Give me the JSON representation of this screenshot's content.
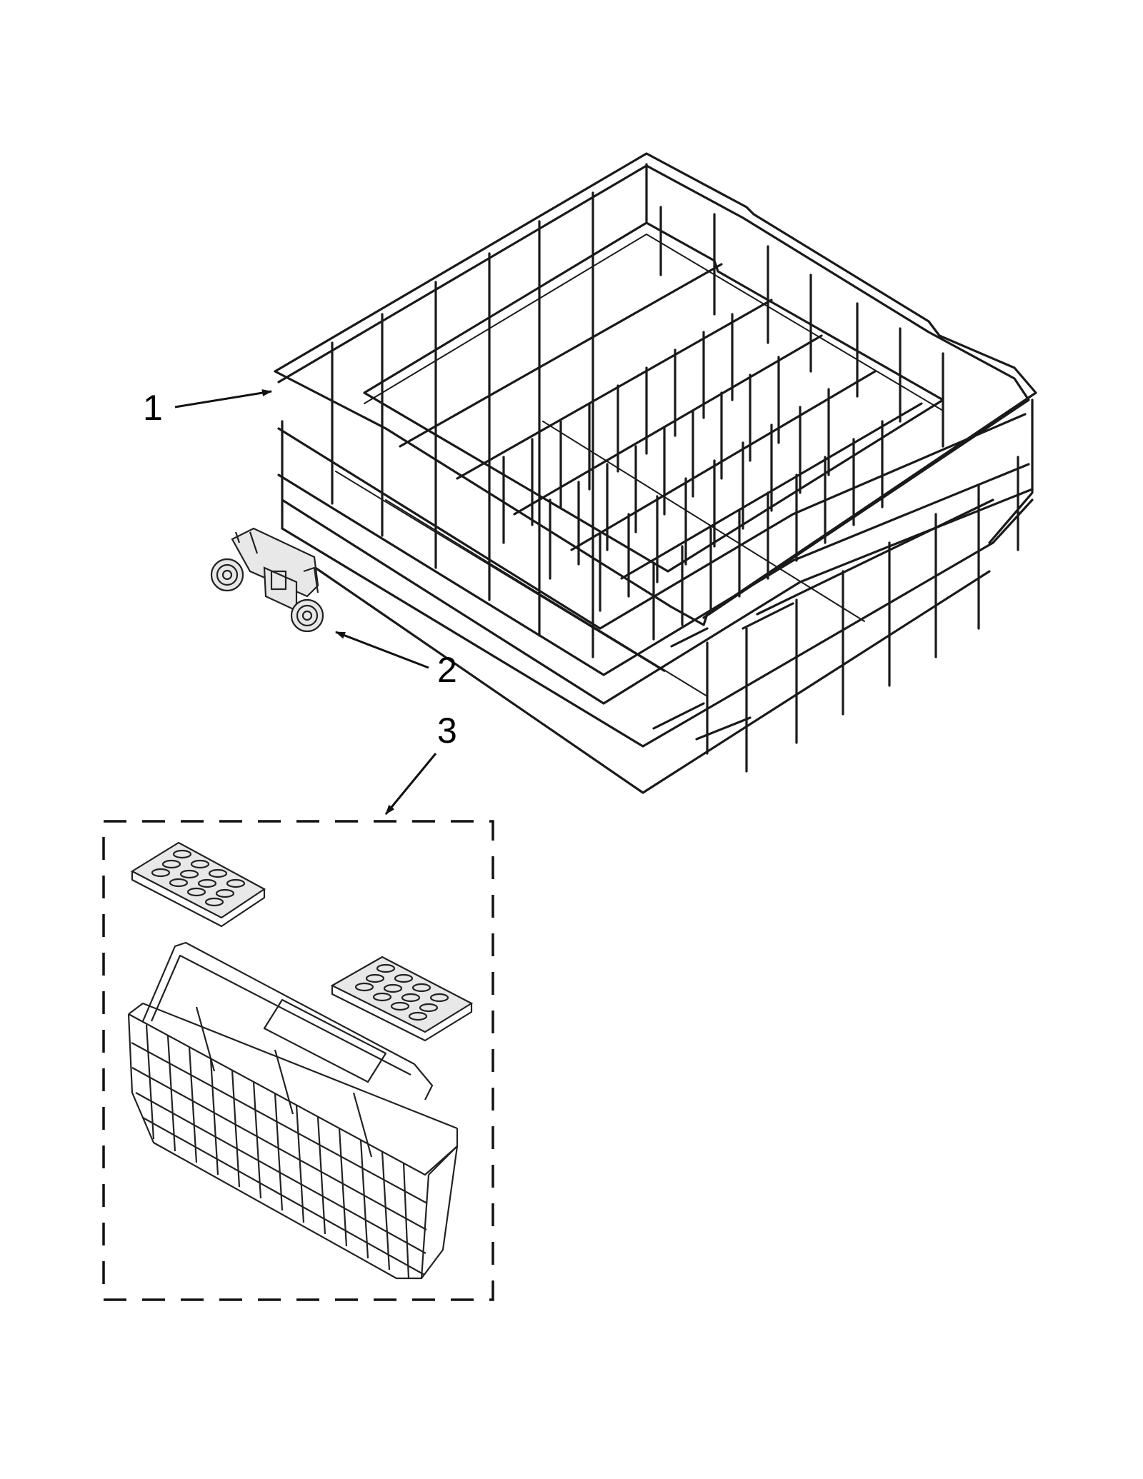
{
  "callouts": [
    {
      "id": "1",
      "label": "1",
      "part": "dishrack"
    },
    {
      "id": "2",
      "label": "2",
      "part": "wheel-assembly"
    },
    {
      "id": "3",
      "label": "3",
      "part": "silverware-basket-kit"
    }
  ],
  "colors": {
    "line": "#1a1a1a",
    "background": "#ffffff",
    "part_shade": "#e8e8e8"
  }
}
